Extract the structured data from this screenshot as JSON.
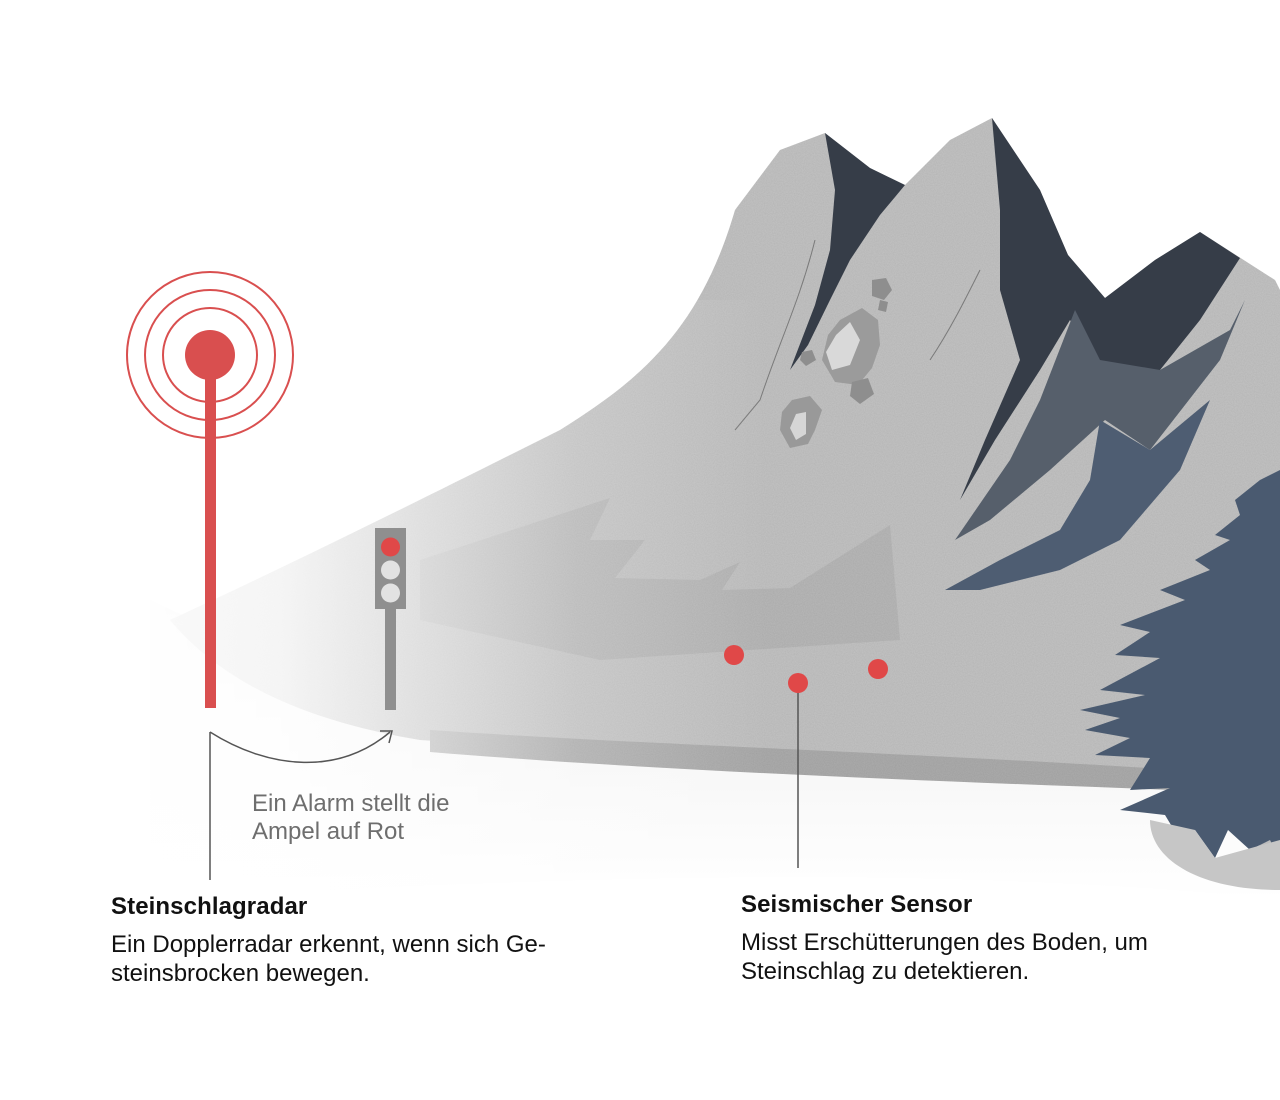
{
  "colors": {
    "radar_red": "#d94f4f",
    "sensor_red": "#e04848",
    "rock_grey": "#c2c2c2",
    "rock_shadow_grey": "#b0b0b0",
    "dark_slate": "#363d48",
    "mid_slate": "#545d6a",
    "tree_blue": "#4a5a70",
    "traffic_light_grey": "#8f8f8f",
    "traffic_light_off": "#e2e2e2",
    "leader_line": "#555555",
    "text_dark": "#111111",
    "text_grey": "#6e6e6e"
  },
  "radar": {
    "icon": "radar-antenna-icon",
    "rings": 3
  },
  "traffic_light": {
    "icon": "traffic-light-icon",
    "lamps": [
      "red",
      "off",
      "off"
    ]
  },
  "alarm_note": {
    "text": "Ein Alarm stellt die\nAmpel auf Rot"
  },
  "sensors": {
    "icon": "sensor-dot-icon",
    "count": 3
  },
  "labels": {
    "radar": {
      "title": "Steinschlagradar",
      "text": "Ein Dopplerradar erkennt, wenn sich Ge-\nsteinsbrocken bewegen."
    },
    "seismic": {
      "title": "Seismischer Sensor",
      "text": "Misst Erschütterungen des Boden, um\nSteinschlag zu detektieren."
    }
  }
}
